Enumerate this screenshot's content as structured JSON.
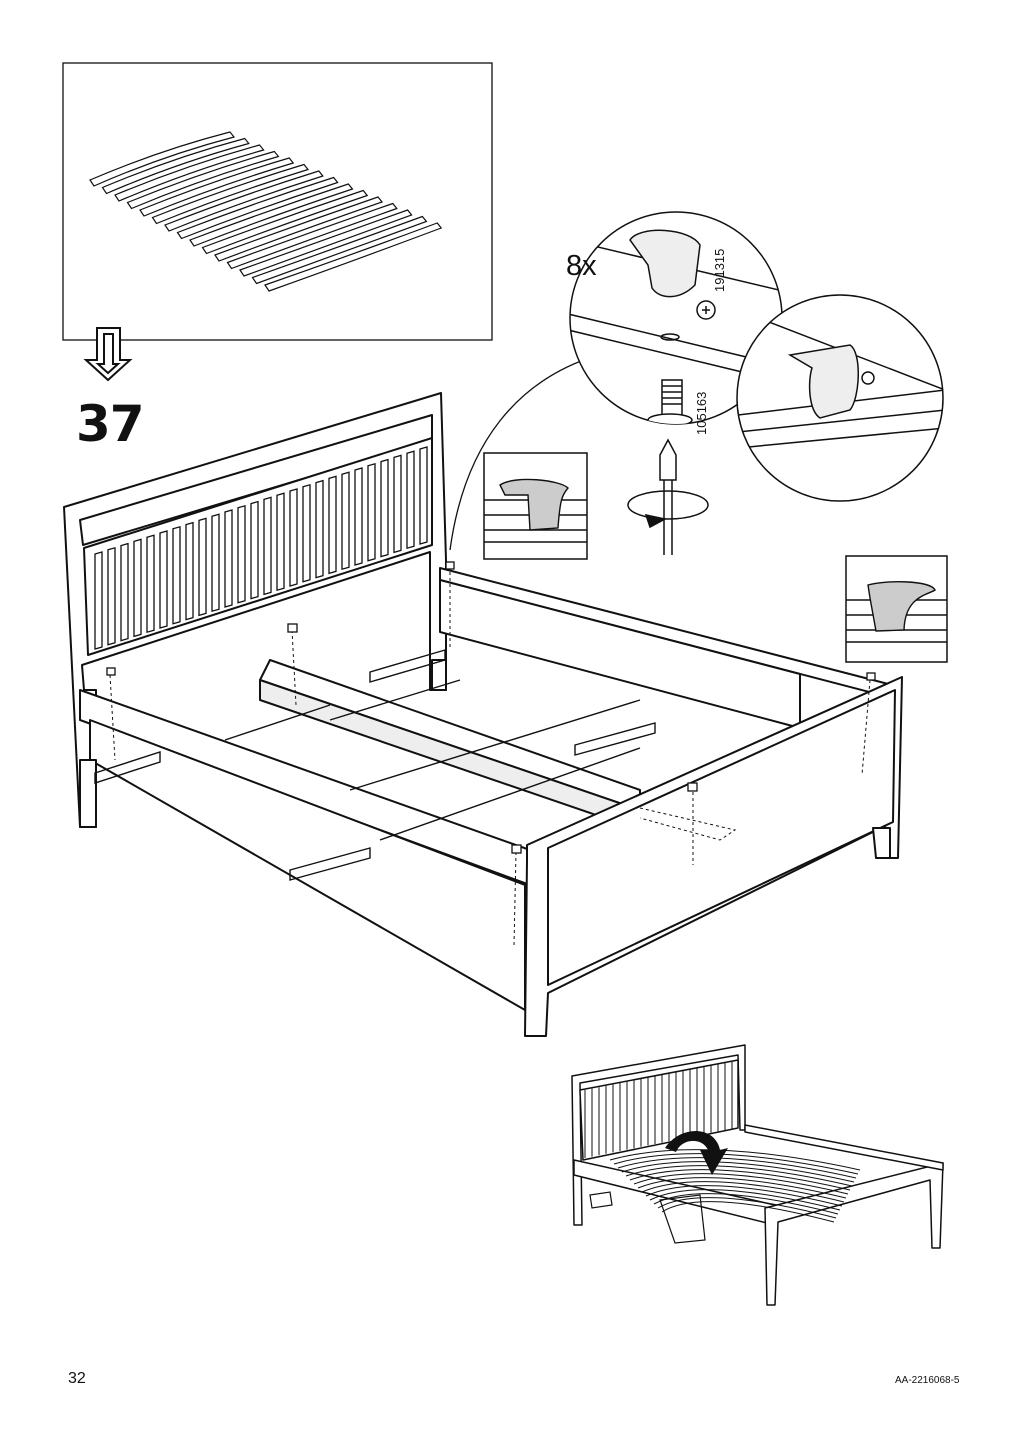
{
  "step": {
    "number": "37"
  },
  "hardware": {
    "quantity": "8x",
    "part_stop": "191315",
    "part_screw": "105163"
  },
  "footer": {
    "page_number": "32",
    "document_code": "AA-2216068-5"
  }
}
